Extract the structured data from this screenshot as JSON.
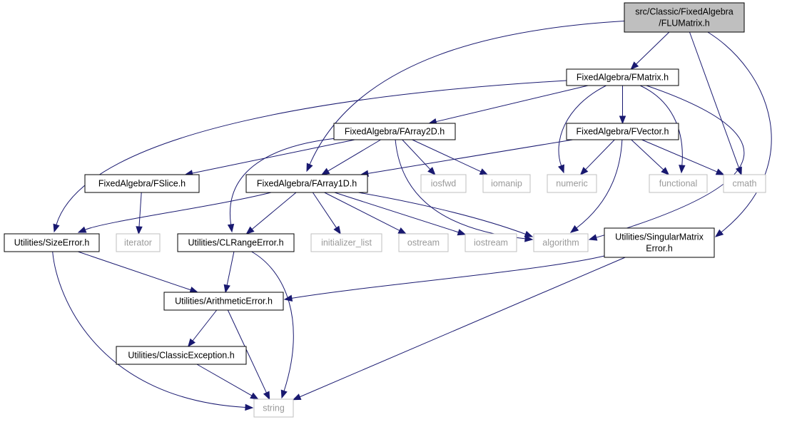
{
  "colors": {
    "edge": "#191970",
    "root_fill": "#bfbfbf",
    "internal_border": "#000000",
    "external_border": "#bfbfbf",
    "external_text": "#9a9a9a"
  },
  "nodes": {
    "flumatrix": {
      "lines": [
        "src/Classic/FixedAlgebra",
        "/FLUMatrix.h"
      ],
      "kind": "root"
    },
    "fmatrix": {
      "lines": [
        "FixedAlgebra/FMatrix.h"
      ],
      "kind": "internal"
    },
    "farray2d": {
      "lines": [
        "FixedAlgebra/FArray2D.h"
      ],
      "kind": "internal"
    },
    "fvector": {
      "lines": [
        "FixedAlgebra/FVector.h"
      ],
      "kind": "internal"
    },
    "fslice": {
      "lines": [
        "FixedAlgebra/FSlice.h"
      ],
      "kind": "internal"
    },
    "farray1d": {
      "lines": [
        "FixedAlgebra/FArray1D.h"
      ],
      "kind": "internal"
    },
    "iosfwd": {
      "lines": [
        "iosfwd"
      ],
      "kind": "external"
    },
    "iomanip": {
      "lines": [
        "iomanip"
      ],
      "kind": "external"
    },
    "numeric": {
      "lines": [
        "numeric"
      ],
      "kind": "external"
    },
    "functional": {
      "lines": [
        "functional"
      ],
      "kind": "external"
    },
    "cmath": {
      "lines": [
        "cmath"
      ],
      "kind": "external"
    },
    "sizeerror": {
      "lines": [
        "Utilities/SizeError.h"
      ],
      "kind": "internal"
    },
    "iterator": {
      "lines": [
        "iterator"
      ],
      "kind": "external"
    },
    "clrangeerror": {
      "lines": [
        "Utilities/CLRangeError.h"
      ],
      "kind": "internal"
    },
    "initializer_list": {
      "lines": [
        "initializer_list"
      ],
      "kind": "external"
    },
    "ostream": {
      "lines": [
        "ostream"
      ],
      "kind": "external"
    },
    "iostream": {
      "lines": [
        "iostream"
      ],
      "kind": "external"
    },
    "algorithm": {
      "lines": [
        "algorithm"
      ],
      "kind": "external"
    },
    "singularmatrixerror": {
      "lines": [
        "Utilities/SingularMatrix",
        "Error.h"
      ],
      "kind": "internal"
    },
    "arithmeticerror": {
      "lines": [
        "Utilities/ArithmeticError.h"
      ],
      "kind": "internal"
    },
    "classicexception": {
      "lines": [
        "Utilities/ClassicException.h"
      ],
      "kind": "internal"
    },
    "string": {
      "lines": [
        "string"
      ],
      "kind": "external"
    }
  },
  "edges": [
    {
      "from": "flumatrix",
      "to": "fmatrix"
    },
    {
      "from": "flumatrix",
      "to": "farray1d"
    },
    {
      "from": "flumatrix",
      "to": "cmath"
    },
    {
      "from": "flumatrix",
      "to": "singularmatrixerror"
    },
    {
      "from": "fmatrix",
      "to": "farray2d"
    },
    {
      "from": "fmatrix",
      "to": "fvector"
    },
    {
      "from": "fmatrix",
      "to": "sizeerror"
    },
    {
      "from": "fmatrix",
      "to": "numeric"
    },
    {
      "from": "fmatrix",
      "to": "functional"
    },
    {
      "from": "fmatrix",
      "to": "algorithm"
    },
    {
      "from": "farray2d",
      "to": "fslice"
    },
    {
      "from": "farray2d",
      "to": "farray1d"
    },
    {
      "from": "farray2d",
      "to": "clrangeerror"
    },
    {
      "from": "farray2d",
      "to": "iosfwd"
    },
    {
      "from": "farray2d",
      "to": "iomanip"
    },
    {
      "from": "farray2d",
      "to": "algorithm"
    },
    {
      "from": "fvector",
      "to": "farray1d"
    },
    {
      "from": "fvector",
      "to": "numeric"
    },
    {
      "from": "fvector",
      "to": "functional"
    },
    {
      "from": "fvector",
      "to": "cmath"
    },
    {
      "from": "fvector",
      "to": "algorithm"
    },
    {
      "from": "fslice",
      "to": "iterator"
    },
    {
      "from": "farray1d",
      "to": "sizeerror"
    },
    {
      "from": "farray1d",
      "to": "clrangeerror"
    },
    {
      "from": "farray1d",
      "to": "initializer_list"
    },
    {
      "from": "farray1d",
      "to": "ostream"
    },
    {
      "from": "farray1d",
      "to": "iostream"
    },
    {
      "from": "farray1d",
      "to": "algorithm"
    },
    {
      "from": "sizeerror",
      "to": "arithmeticerror"
    },
    {
      "from": "sizeerror",
      "to": "string"
    },
    {
      "from": "clrangeerror",
      "to": "arithmeticerror"
    },
    {
      "from": "clrangeerror",
      "to": "string"
    },
    {
      "from": "singularmatrixerror",
      "to": "arithmeticerror"
    },
    {
      "from": "singularmatrixerror",
      "to": "string"
    },
    {
      "from": "arithmeticerror",
      "to": "classicexception"
    },
    {
      "from": "arithmeticerror",
      "to": "string"
    },
    {
      "from": "classicexception",
      "to": "string"
    }
  ]
}
